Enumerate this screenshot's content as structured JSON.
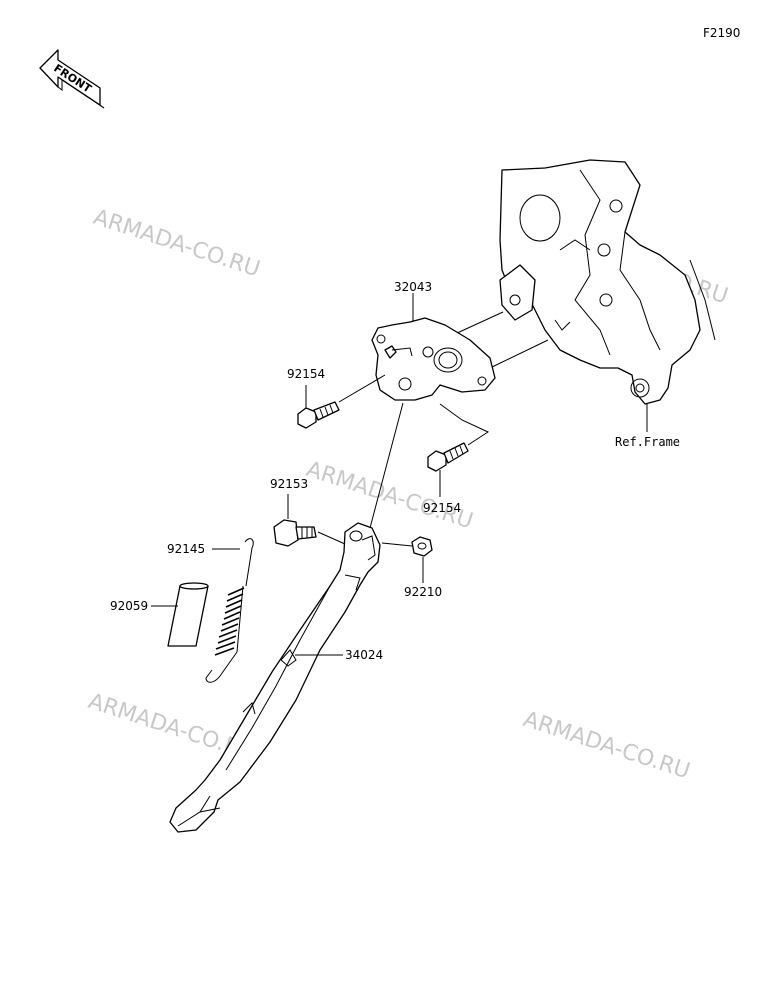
{
  "figure_code": "F2190",
  "front_arrow_label": "FRONT",
  "watermark_text": "ARMADA-CO.RU",
  "ref_label": "Ref.Frame",
  "parts": [
    {
      "id": "32043"
    },
    {
      "id": "92154"
    },
    {
      "id": "92154"
    },
    {
      "id": "92153"
    },
    {
      "id": "92145"
    },
    {
      "id": "92059"
    },
    {
      "id": "92210"
    },
    {
      "id": "34024"
    }
  ]
}
